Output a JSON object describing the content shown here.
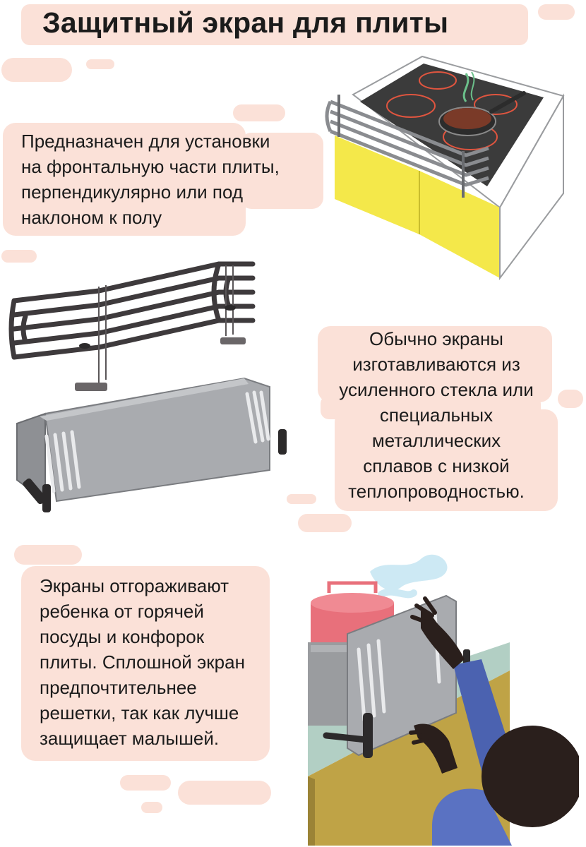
{
  "title": "Защитный экран для плиты",
  "blocks": {
    "install": {
      "lines": [
        "Предназначен для установки",
        "на фронтальную части плиты,",
        "перпендикулярно или под",
        "наклоном к полу"
      ]
    },
    "materials": {
      "lines": [
        "Обычно экраны",
        "изготавливаются из",
        "усиленного стекла или",
        "специальных",
        "металлических",
        "сплавов с низкой",
        "теплопроводностью."
      ]
    },
    "safety": {
      "lines": [
        "Экраны отгораживают",
        "ребенка от горячей",
        "посуды и конфорок",
        "плиты. Сплошной экран",
        "предпочтительнее",
        "решетки, так как лучше",
        "защищает малышей."
      ]
    }
  },
  "colors": {
    "accent_blob": "#fbe1d8",
    "cabinet_yellow": "#f4e84a",
    "cooktop_dark": "#3b3b3b",
    "burner_red": "#e0553f",
    "metal_gray": "#9a9c9f",
    "pot_red": "#e8707b",
    "sleeve_blue": "#4b62b0"
  }
}
